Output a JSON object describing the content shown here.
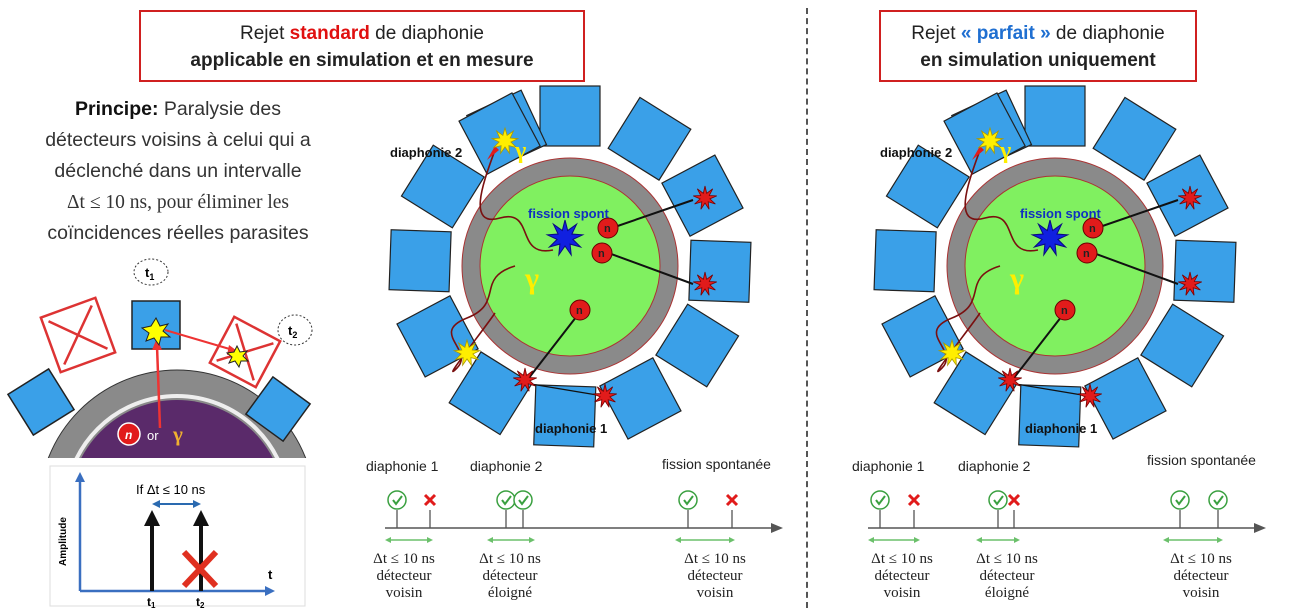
{
  "colors": {
    "detector_blue": "#3aa0e8",
    "core_green": "#80f060",
    "shell_gray": "#8a8a8a",
    "neutron_red": "#e11b1b",
    "check_green": "#3aa040",
    "frame_red": "#d02020",
    "accent_blue": "#1f6fd1"
  },
  "left_title": {
    "pre": "Rejet ",
    "highlight": "standard",
    "post": " de diaphonie",
    "line2": "applicable en simulation et en mesure"
  },
  "right_title": {
    "pre": "Rejet ",
    "highlight": "« parfait »",
    "post": " de diaphonie",
    "line2": "en simulation uniquement"
  },
  "principle": {
    "label": "Principe:",
    "text1": " Paralysie des",
    "line2": "détecteurs voisins à celui qui a",
    "line3": "déclenché dans un intervalle",
    "line4": "Δt ≤ 10 ns, pour éliminer les",
    "line5": "coïncidences réelles parasites"
  },
  "schematic": {
    "t1": "t",
    "t1_sub": "1",
    "t2": "t",
    "t2_sub": "2",
    "n": "n",
    "or": "or",
    "gamma": "γ"
  },
  "pulse_plot": {
    "ylabel": "Amplitude",
    "xlabel": "t",
    "condition": "If Δt ≤ 10 ns",
    "t1": "t",
    "t1_sub": "1",
    "t2": "t",
    "t2_sub": "2"
  },
  "detector_diagram": {
    "diaphonie1": "diaphonie 1",
    "diaphonie2": "diaphonie 2",
    "fission": "fission spont",
    "n": "n",
    "gamma": "γ"
  },
  "timeline_labels": {
    "diaphonie1": "diaphonie 1",
    "diaphonie2": "diaphonie 2",
    "fission": "fission spontanée",
    "dt": "Δt ≤ 10 ns",
    "neighbor1": "détecteur",
    "neighbor2": "voisin",
    "distant1": "détecteur",
    "distant2": "éloigné"
  },
  "left_timeline_marks": [
    "check",
    "cross",
    "check",
    "check",
    "check",
    "cross"
  ],
  "right_timeline_marks": [
    "check",
    "cross",
    "check",
    "cross",
    "check",
    "check"
  ]
}
